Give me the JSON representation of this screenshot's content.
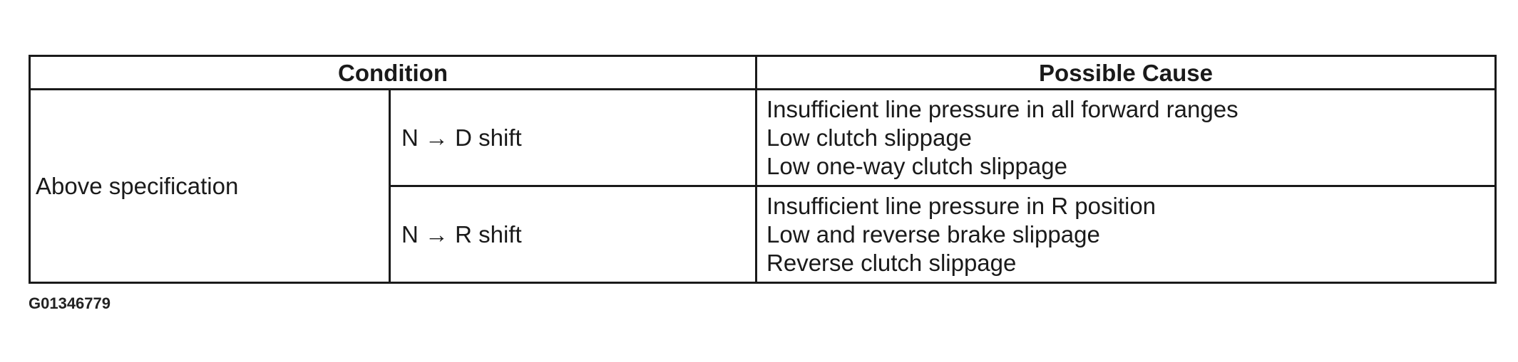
{
  "table": {
    "headers": {
      "condition": "Condition",
      "possible_cause": "Possible Cause"
    },
    "condition": "Above specification",
    "rows": [
      {
        "shift": "N → D shift",
        "causes": [
          "Insufficient line pressure in all forward ranges",
          "Low clutch slippage",
          "Low one-way clutch slippage"
        ]
      },
      {
        "shift": "N → R shift",
        "causes": [
          "Insufficient line pressure in R position",
          "Low and reverse brake slippage",
          "Reverse clutch slippage"
        ]
      }
    ]
  },
  "figure_id": "G01346779"
}
